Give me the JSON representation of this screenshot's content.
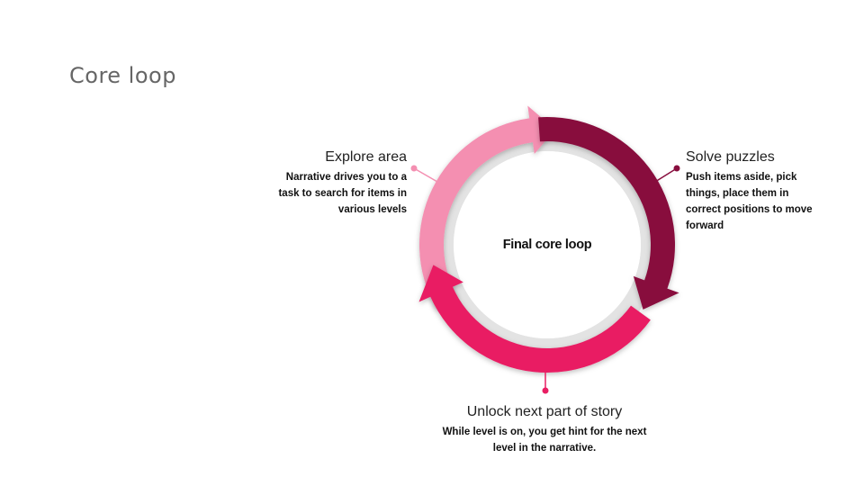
{
  "title": "Core loop",
  "center": "Final core loop",
  "steps": [
    {
      "heading": "Explore area",
      "description": "Narrative drives you to a task to search for items in various levels",
      "color": "#f48fb1"
    },
    {
      "heading": "Solve puzzles",
      "description": "Push items aside, pick things, place them in correct positions to move forward",
      "color": "#880e3e"
    },
    {
      "heading": "Unlock next part of story",
      "description": "While level is on, you get hint for the next level in the narrative.",
      "color": "#e91e63"
    }
  ],
  "colors": {
    "inner_ring": "#e3e3e3",
    "title_text": "#666666"
  }
}
